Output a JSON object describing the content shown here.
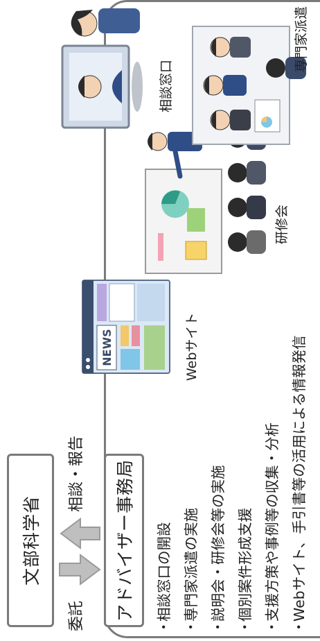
{
  "ministry": {
    "name": "文部科学省"
  },
  "arrows": {
    "delegate_label": "委託",
    "consult_label": "相談・報告"
  },
  "office": {
    "name": "アドバイザー事務局"
  },
  "activities": [
    "相談窓口の開設",
    "専門家派遣の実施",
    "説明会・研修会等の実施",
    "個別案件形成支援",
    "支援方策や事例等の収集・分析",
    "Webサイト、手引書等の活用による情報発信"
  ],
  "bullet_mark": "・",
  "illustrations": {
    "website": {
      "caption": "Webサイト",
      "icon": "news-website-icon",
      "news_text": "NEWS"
    },
    "training": {
      "caption": "研修会",
      "icon": "presentation-seminar-icon"
    },
    "consultation": {
      "caption": "相談窓口",
      "icon": "video-call-consultation-icon"
    },
    "dispatch": {
      "caption": "専門家派遣",
      "icon": "expert-meeting-icon"
    }
  },
  "colors": {
    "border": "#7a7a7a",
    "arrow_fill": "#bfbfbf",
    "arrow_stroke": "#9a9a9a"
  }
}
